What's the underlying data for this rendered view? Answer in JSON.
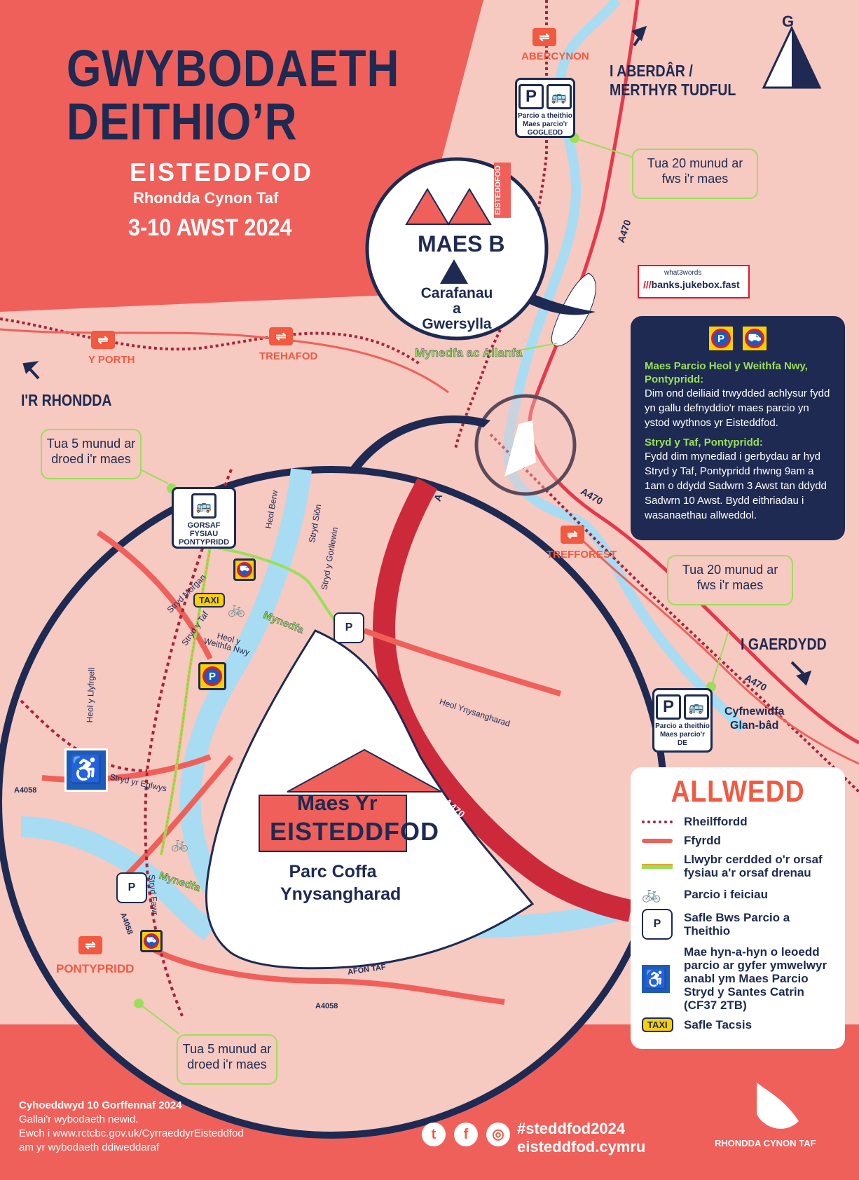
{
  "header": {
    "title_line1": "GWYBODAETH",
    "title_line2": "DEITHIO’R",
    "brand": "EISTEDDFOD",
    "brand_sub": "Rhondda Cynon Taf",
    "dates": "3-10 AWST 2024"
  },
  "compass": {
    "letter": "G"
  },
  "stations": {
    "abercynon": "ABERCYNON",
    "y_porth": "Y PORTH",
    "trehafod": "TREHAFOD",
    "trefforest": "TREFFOREST",
    "pontypridd": "PONTYPRIDD",
    "icon": "⇌"
  },
  "directions": {
    "aberdar": "I ABERDÂR /",
    "merthyr": "MERTHYR TUDFUL",
    "rhondda": "I'R RHONDDA",
    "caerdydd": "I GAERDYDD"
  },
  "roads": {
    "a470": "A470",
    "a4058": "A4058",
    "a_short": "A",
    "afon_taf": "AFON TAF"
  },
  "notes": {
    "bus_north": "Tua 20 munud ar fws i'r maes",
    "walk_north": "Tua 5 munud ar droed i'r maes",
    "bus_south": "Tua 20 munud ar fws i'r maes",
    "walk_south": "Tua 5 munud ar droed i'r maes"
  },
  "park_ride": {
    "north_label": "Parcio a theithio Maes parcio'r GOGLEDD",
    "south_label": "Parcio a theithio Maes parcio'r DE",
    "p": "P",
    "bus": "🚌"
  },
  "maes_b": {
    "banner": "EISTEDDFOD",
    "title": "MAES B",
    "sub1": "Carafanau",
    "sub2": "a Gwersylla"
  },
  "w3w": {
    "brand": "what3words",
    "address": "banks.jukebox.fast",
    "slashes": "///"
  },
  "access_label": "Mynedfa ac Allanfa",
  "info": {
    "h1": "Maes Parcio Heol y Weithfa Nwy, Pontypridd:",
    "p1": "Dim ond deiliaid trwydded achlysur fydd yn gallu defnyddio'r maes parcio yn ystod wythnos yr Eisteddfod.",
    "h2": "Stryd y Taf, Pontypridd:",
    "p2": "Fydd dim mynediad i gerbydau ar hyd Stryd y Taf, Pontypridd rhwng 9am a 1am o ddydd Sadwrn 3 Awst tan ddydd Sadwrn 10 Awst. Bydd eithriadau i wasanaethau allweddol."
  },
  "exchange": {
    "line1": "Cyfnewidfa",
    "line2": "Glan-bâd"
  },
  "inset": {
    "bus_station": "GORSAF FYSIAU PONTYPRIDD",
    "taxi": "TAXI",
    "mynedfa": "Mynedfa",
    "maes_title1": "Maes Yr",
    "maes_title2": "EISTEDDFOD",
    "park1": "Parc Coffa",
    "park2": "Ynysangharad",
    "streets": {
      "heol_berw": "Heol Berw",
      "stryd_sion": "Stryd Siôn",
      "stryd_gorllewin": "Stryd y Gorllewin",
      "stryd_morgan": "Stryd Morgan",
      "stryd_y_taf": "Stryd y Taf",
      "heol_weithfa": "Heol y Weithfa Nwy",
      "heol_llyfrgell": "Heol y Llyfrgell",
      "stryd_eglwys": "Stryd yr Eglwys",
      "stryd_fawr": "Stryd Fawr",
      "heol_ynys": "Heol Ynysangharad"
    }
  },
  "legend": {
    "title": "ALLWEDD",
    "rail": "Rheilffordd",
    "road": "Ffyrdd",
    "walk": "Llwybr cerdded o'r orsaf fysiau a'r orsaf drenau",
    "bike": "Parcio i feiciau",
    "bus": "Safle Bws Parcio a Theithio",
    "disabled": "Mae hyn-a-hyn o leoedd parcio ar gyfer ymwelwyr anabl ym Maes Parcio Stryd y Santes Catrin (CF37 2TB)",
    "taxi": "Safle Tacsis",
    "taxi_badge": "TAXI"
  },
  "footer": {
    "published": "Cyhoeddwyd 10 Gorffennaf 2024",
    "l1": "Gallai'r wybodaeth newid.",
    "l2": "Ewch i www.rctcbc.gov.uk/CyrraeddyrEisteddfod",
    "l3": "am yr wybodaeth ddiweddaraf",
    "hashtag": "#steddfod2024",
    "site": "eisteddfod.cymru",
    "council": "RHONDDA CYNON TAF",
    "twitter": "t",
    "facebook": "f",
    "instagram": "◎"
  },
  "colors": {
    "navy": "#1e2a52",
    "coral": "#f0605a",
    "bg": "#f6c9c1",
    "river": "#a8dcf2",
    "green": "#9adf5a",
    "road": "#f0605a"
  }
}
